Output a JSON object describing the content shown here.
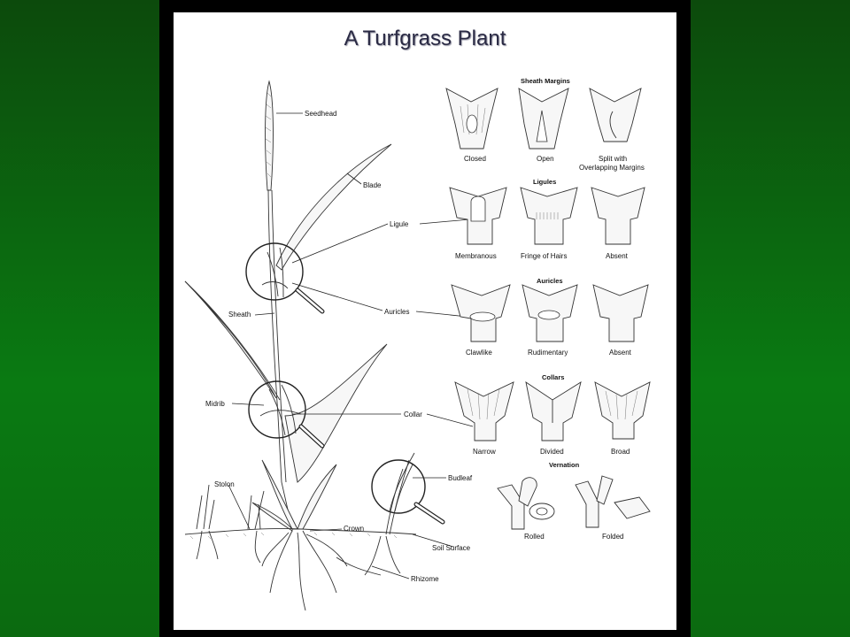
{
  "title": "A Turfgrass Plant",
  "plant_labels": {
    "seedhead": "Seedhead",
    "blade": "Blade",
    "ligule": "Ligule",
    "auricles": "Auricles",
    "sheath": "Sheath",
    "midrib": "Midrib",
    "collar": "Collar",
    "budleaf": "Budleaf",
    "stolon": "Stolon",
    "crown": "Crown",
    "soil_surface": "Soil Surface",
    "rhizome": "Rhizome"
  },
  "panels": {
    "sheath_margins": {
      "heading": "Sheath Margins",
      "items": [
        "Closed",
        "Open",
        "Split with",
        "Overlapping Margins"
      ]
    },
    "ligules": {
      "heading": "Ligules",
      "items": [
        "Membranous",
        "Fringe of Hairs",
        "Absent"
      ]
    },
    "auricles": {
      "heading": "Auricles",
      "items": [
        "Clawlike",
        "Rudimentary",
        "Absent"
      ]
    },
    "collars": {
      "heading": "Collars",
      "items": [
        "Narrow",
        "Divided",
        "Broad"
      ]
    },
    "vernation": {
      "heading": "Vernation",
      "items": [
        "Rolled",
        "Folded"
      ]
    }
  }
}
